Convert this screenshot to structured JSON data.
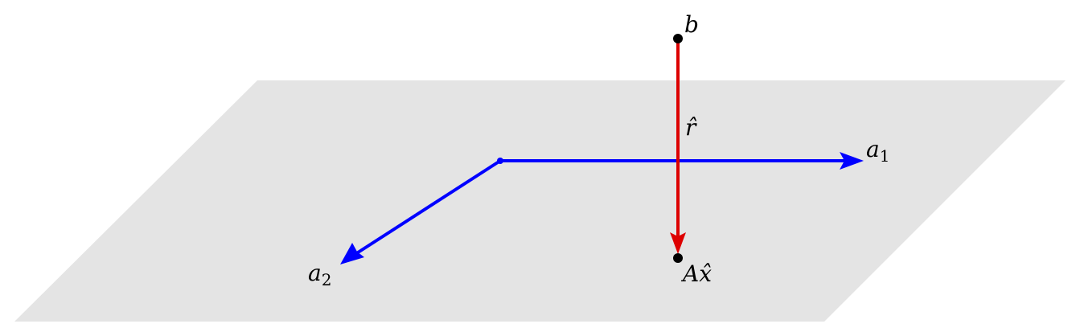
{
  "colors": {
    "plane": "#e4e4e4",
    "basis_vectors": "#0000ff",
    "residual": "#dd0000",
    "points": "#000000",
    "background": "#ffffff"
  },
  "labels": {
    "b": "b",
    "r_hat": "r̂",
    "a1": "a",
    "a1_sub": "1",
    "a2": "a",
    "a2_sub": "2",
    "a_x_hat": "Ax̂"
  }
}
